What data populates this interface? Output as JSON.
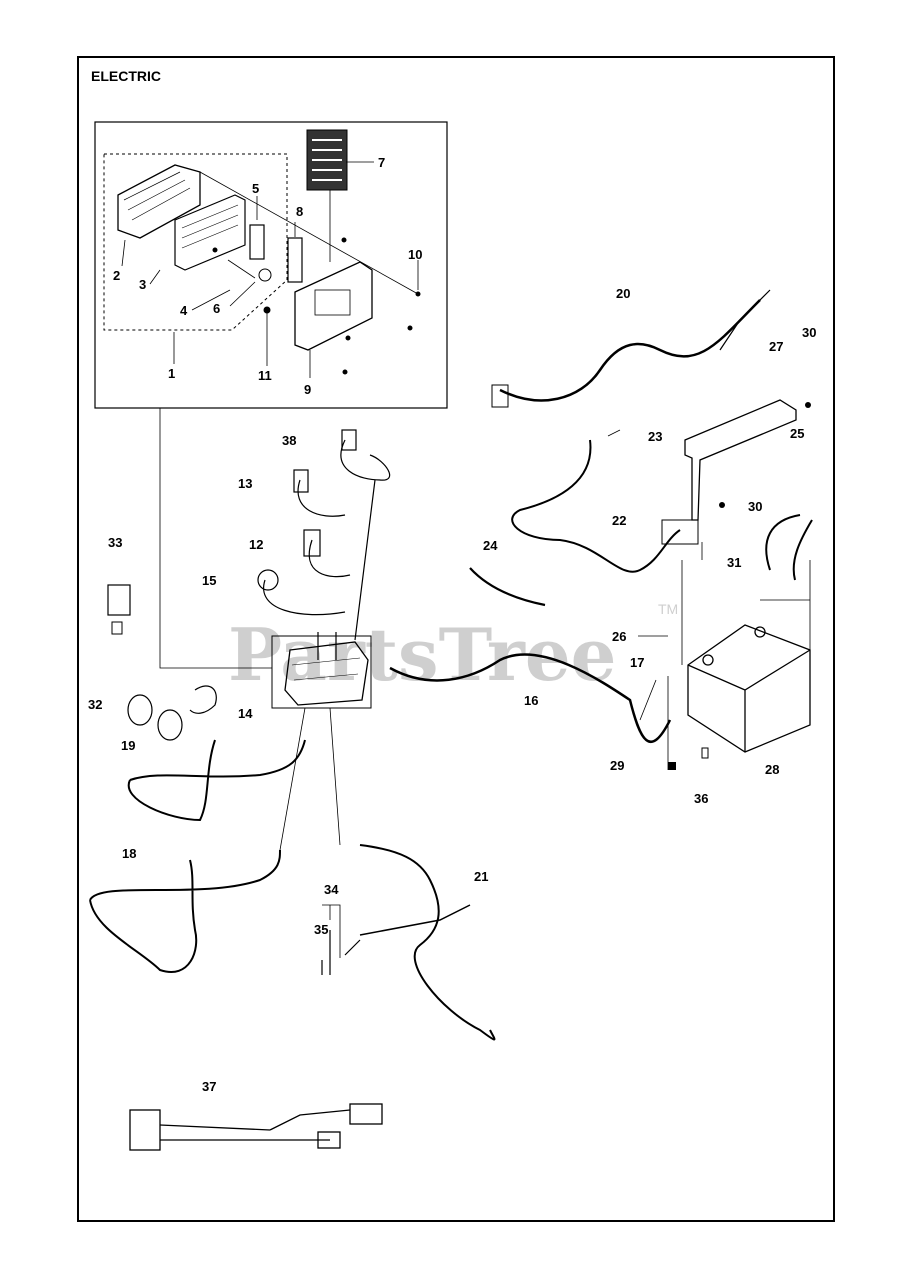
{
  "title": "ELECTRIC",
  "watermark": "PartsTree",
  "watermark_mark": "TM",
  "part_labels": {
    "p1": "1",
    "p2": "2",
    "p3": "3",
    "p4": "4",
    "p5": "5",
    "p6": "6",
    "p7": "7",
    "p8": "8",
    "p9": "9",
    "p10": "10",
    "p11": "11",
    "p12": "12",
    "p13": "13",
    "p14": "14",
    "p15": "15",
    "p16": "16",
    "p17": "17",
    "p18": "18",
    "p19": "19",
    "p20": "20",
    "p21": "21",
    "p22": "22",
    "p23": "23",
    "p24": "24",
    "p25": "25",
    "p26": "26",
    "p27": "27",
    "p28": "28",
    "p29": "29",
    "p30a": "30",
    "p30b": "30",
    "p31": "31",
    "p32": "32",
    "p33": "33",
    "p34": "34",
    "p35": "35",
    "p36": "36",
    "p37": "37",
    "p38": "38"
  }
}
